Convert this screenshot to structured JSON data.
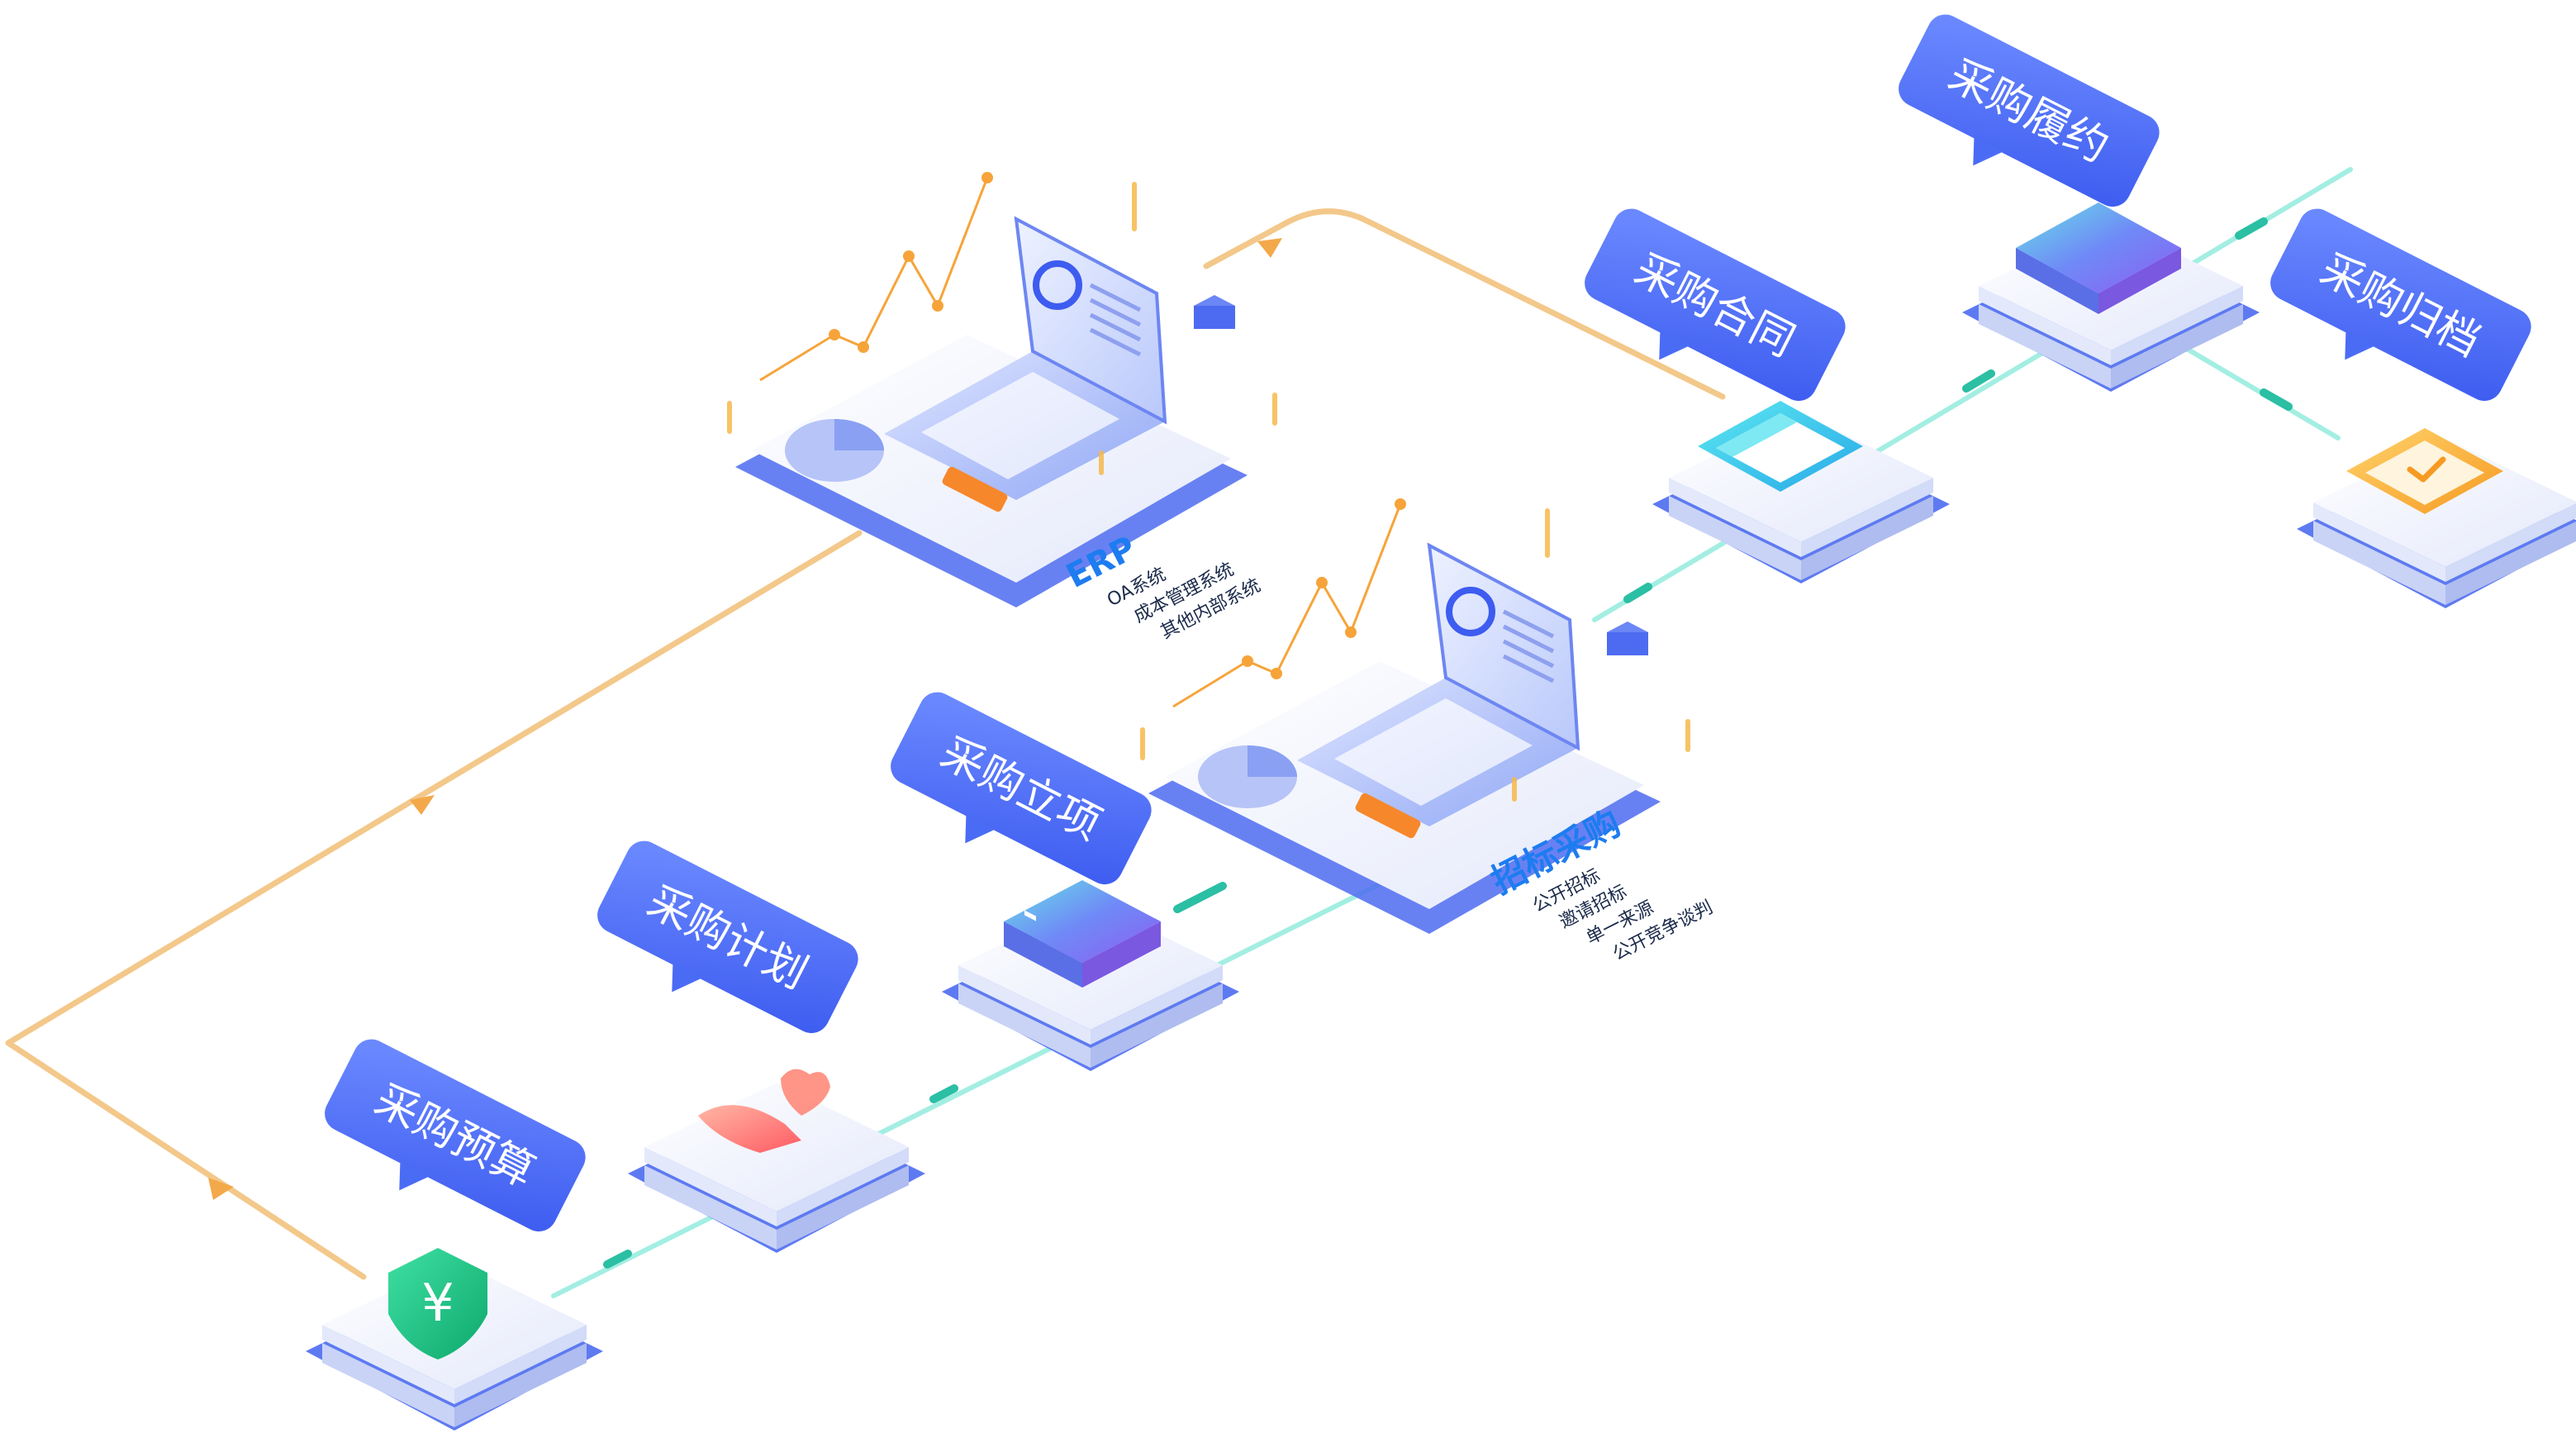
{
  "colors": {
    "accent_blue": "#4a6cf5",
    "flow_orange": "#f3c88a",
    "flow_teal": "#7fe3d3",
    "title_blue": "#1d7cf0"
  },
  "steps": [
    {
      "label": "采购预算",
      "icon": "yuan-shield-icon"
    },
    {
      "label": "采购计划",
      "icon": "hand-heart-icon"
    },
    {
      "label": "采购立项",
      "icon": "server-block-icon"
    },
    {
      "label": "采购合同",
      "icon": "browser-window-icon"
    },
    {
      "label": "采购履约",
      "icon": "purple-block-icon"
    },
    {
      "label": "采购归档",
      "icon": "check-window-icon"
    }
  ],
  "systems": {
    "erp": {
      "title": "ERP",
      "items": [
        "OA系统",
        "成本管理系统",
        "其他内部系统"
      ]
    },
    "bidding": {
      "title": "招标采购",
      "items": [
        "公开招标",
        "邀请招标",
        "单一来源",
        "公开竞争谈判"
      ]
    }
  }
}
